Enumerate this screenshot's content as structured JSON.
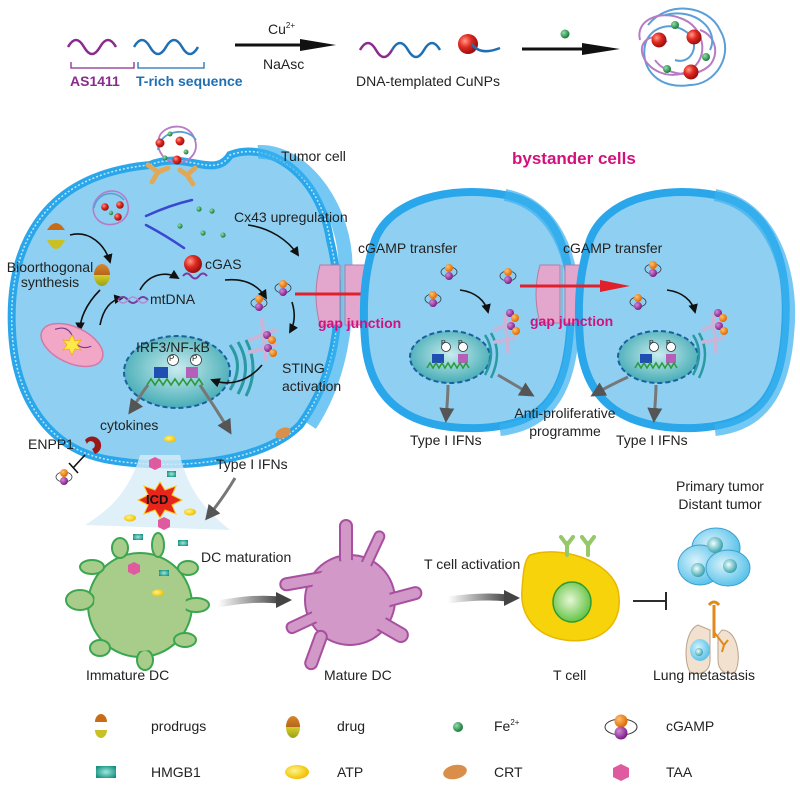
{
  "synthesis": {
    "segment1": "AS1411",
    "segment2": "T-rich sequence",
    "arrow1_top": "Cu",
    "arrow1_top_sup": "2+",
    "arrow1_bottom": "NaAsc",
    "product": "DNA-templated CuNPs"
  },
  "tumor_cell": {
    "title": "Tumor cell",
    "bioorthogonal_line1": "Bioorthogonal",
    "bioorthogonal_line2": "synthesis",
    "cgas": "cGAS",
    "mtdna": "mtDNA",
    "cx43": "Cx43 upregulation",
    "nucleus_label": "IRF3/NF-kB",
    "phospho": "P",
    "sting_line1": "STING",
    "sting_line2": "activation",
    "cytokines": "cytokines",
    "enpp1": "ENPP1",
    "type1_ifns": "Type I IFNs",
    "icd": "ICD"
  },
  "bystander": {
    "title": "bystander cells",
    "cgamp_transfer": "cGAMP transfer",
    "gap_junction": "gap junction",
    "type1_ifns": "Type I IFNs",
    "anti_prolif_line1": "Anti-proliferative",
    "anti_prolif_line2": "programme"
  },
  "immune": {
    "dc_maturation": "DC maturation",
    "immature_dc": "Immature DC",
    "mature_dc": "Mature DC",
    "t_cell_activation": "T cell activation",
    "t_cell": "T cell",
    "primary_tumor": "Primary tumor",
    "distant_tumor": "Distant tumor",
    "lung_metastasis": "Lung metastasis"
  },
  "legend": [
    {
      "icon": "prodrugs-icon",
      "label": "prodrugs"
    },
    {
      "icon": "drug-icon",
      "label": "drug"
    },
    {
      "icon": "fe2-icon",
      "label": "Fe",
      "sup": "2+"
    },
    {
      "icon": "cgamp-icon",
      "label": "cGAMP"
    },
    {
      "icon": "hmgb1-icon",
      "label": "HMGB1"
    },
    {
      "icon": "atp-icon",
      "label": "ATP"
    },
    {
      "icon": "crt-icon",
      "label": "CRT"
    },
    {
      "icon": "taa-icon",
      "label": "TAA"
    }
  ],
  "colors": {
    "as1411": "#8b2a8e",
    "trich": "#1f6fb5",
    "magenta": "#d1127e",
    "cell_fill": "#8fd0f2",
    "cell_edge": "#1aa0e6",
    "cu_np": "#d8261e",
    "fe": "#2e9a55"
  }
}
